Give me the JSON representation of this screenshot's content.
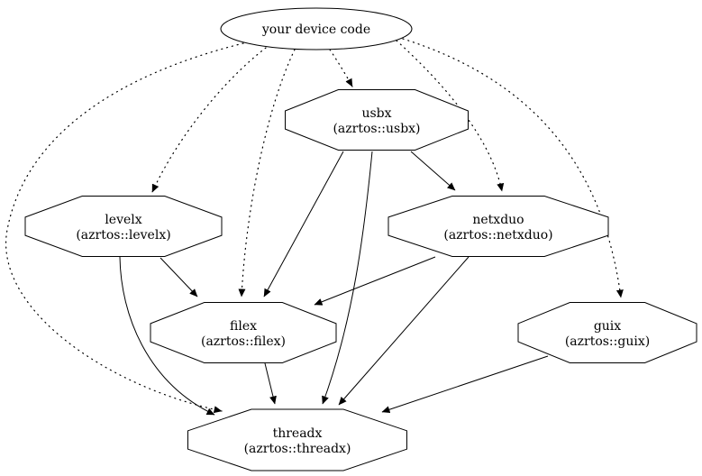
{
  "diagram": {
    "background_color": "#ffffff",
    "stroke_color": "#000000",
    "nodes": [
      {
        "id": "device",
        "label": "your device code",
        "sublabel": "",
        "shape": "ellipse"
      },
      {
        "id": "usbx",
        "label": "usbx",
        "sublabel": "(azrtos::usbx)",
        "shape": "octagon"
      },
      {
        "id": "levelx",
        "label": "levelx",
        "sublabel": "(azrtos::levelx)",
        "shape": "octagon"
      },
      {
        "id": "netxduo",
        "label": "netxduo",
        "sublabel": "(azrtos::netxduo)",
        "shape": "octagon"
      },
      {
        "id": "filex",
        "label": "filex",
        "sublabel": "(azrtos::filex)",
        "shape": "octagon"
      },
      {
        "id": "guix",
        "label": "guix",
        "sublabel": "(azrtos::guix)",
        "shape": "octagon"
      },
      {
        "id": "threadx",
        "label": "threadx",
        "sublabel": "(azrtos::threadx)",
        "shape": "octagon"
      }
    ],
    "edges": [
      {
        "from": "device",
        "to": "usbx",
        "style": "dotted"
      },
      {
        "from": "device",
        "to": "levelx",
        "style": "dotted"
      },
      {
        "from": "device",
        "to": "netxduo",
        "style": "dotted"
      },
      {
        "from": "device",
        "to": "filex",
        "style": "dotted"
      },
      {
        "from": "device",
        "to": "guix",
        "style": "dotted"
      },
      {
        "from": "device",
        "to": "threadx",
        "style": "dotted"
      },
      {
        "from": "usbx",
        "to": "netxduo",
        "style": "solid"
      },
      {
        "from": "usbx",
        "to": "filex",
        "style": "solid"
      },
      {
        "from": "usbx",
        "to": "threadx",
        "style": "solid"
      },
      {
        "from": "levelx",
        "to": "filex",
        "style": "solid"
      },
      {
        "from": "levelx",
        "to": "threadx",
        "style": "solid"
      },
      {
        "from": "netxduo",
        "to": "filex",
        "style": "solid"
      },
      {
        "from": "netxduo",
        "to": "threadx",
        "style": "solid"
      },
      {
        "from": "filex",
        "to": "threadx",
        "style": "solid"
      },
      {
        "from": "guix",
        "to": "threadx",
        "style": "solid"
      }
    ]
  }
}
